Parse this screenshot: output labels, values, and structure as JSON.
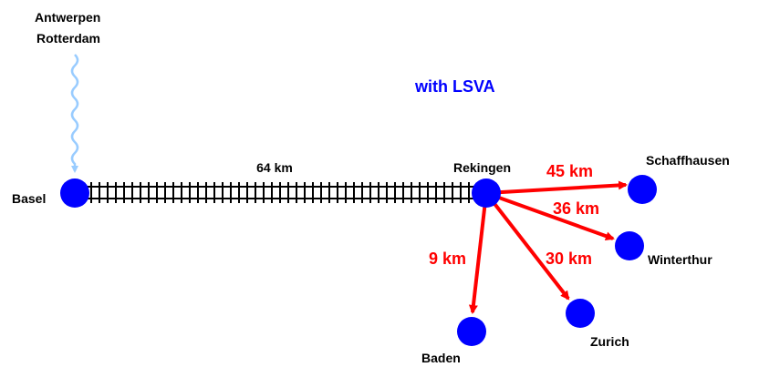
{
  "title": "with LSVA",
  "colors": {
    "node": "#0000ff",
    "arrow": "#ff0000",
    "wavy": "#99ccff",
    "title": "#0000ff",
    "rail": "#000000",
    "text": "#000000"
  },
  "nodes": {
    "basel": "Basel",
    "rekingen": "Rekingen",
    "schaffhausen": "Schaffhausen",
    "winterthur": "Winterthur",
    "zurich": "Zurich",
    "baden": "Baden"
  },
  "ports": [
    "Antwerpen",
    "Rotterdam"
  ],
  "rail": {
    "distance": "64 km"
  },
  "routes": {
    "schaffhausen": "45 km",
    "winterthur": "36 km",
    "zurich": "30 km",
    "baden": "9 km"
  }
}
